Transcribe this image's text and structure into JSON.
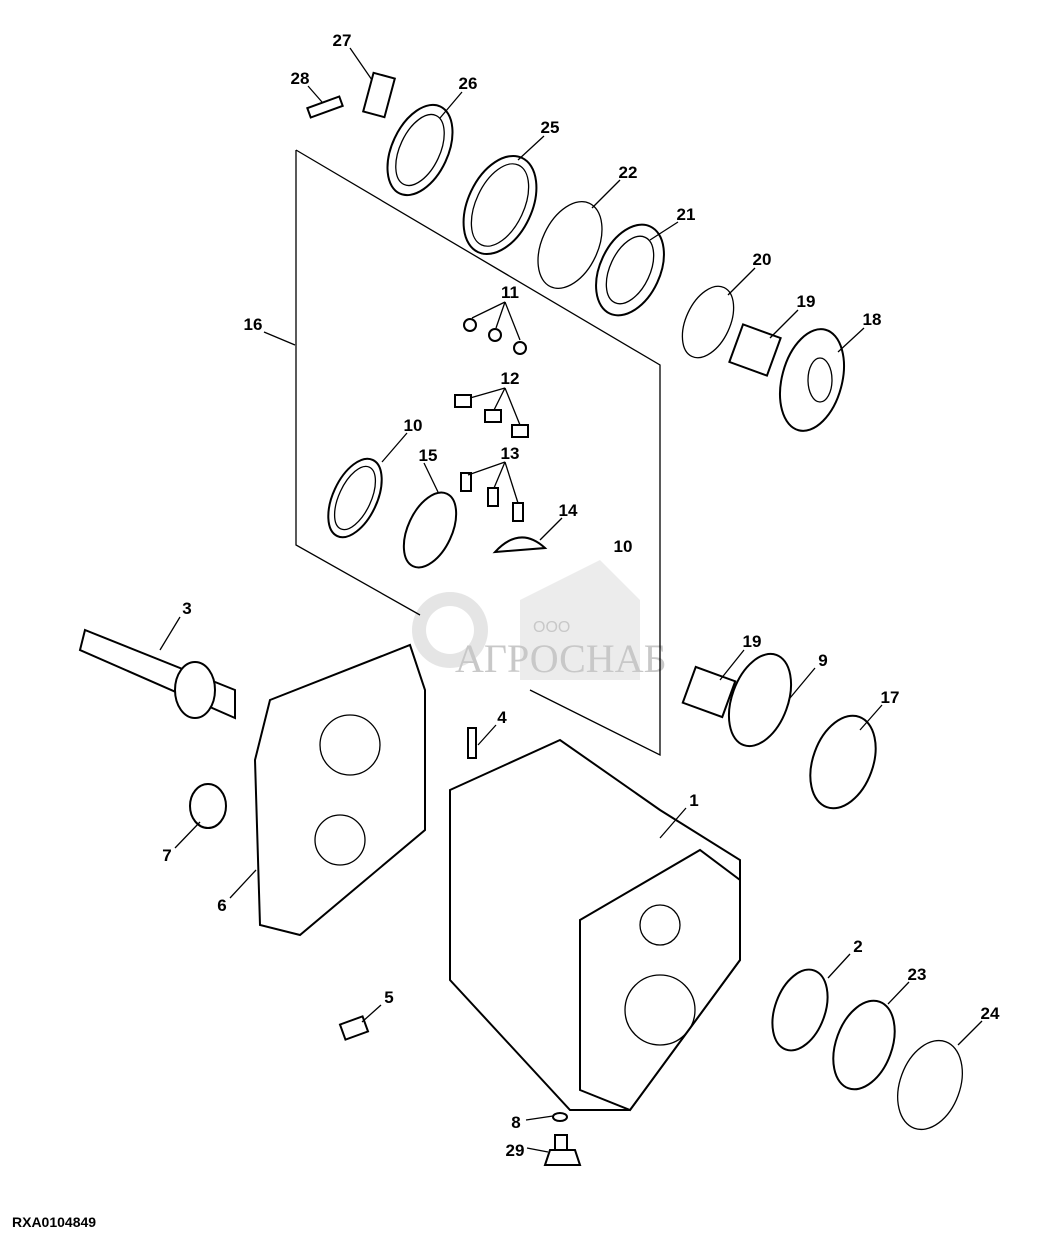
{
  "diagram": {
    "drawing_code": "RXA0104849",
    "watermark": {
      "prefix": "ООО",
      "brand": "АГРОСНАБ"
    },
    "callouts": [
      {
        "id": "27",
        "text": "27"
      },
      {
        "id": "28",
        "text": "28"
      },
      {
        "id": "26",
        "text": "26"
      },
      {
        "id": "25",
        "text": "25"
      },
      {
        "id": "22",
        "text": "22"
      },
      {
        "id": "21",
        "text": "21"
      },
      {
        "id": "20",
        "text": "20"
      },
      {
        "id": "19a",
        "text": "19"
      },
      {
        "id": "18",
        "text": "18"
      },
      {
        "id": "16",
        "text": "16"
      },
      {
        "id": "11",
        "text": "11"
      },
      {
        "id": "12",
        "text": "12"
      },
      {
        "id": "10a",
        "text": "10"
      },
      {
        "id": "15",
        "text": "15"
      },
      {
        "id": "13",
        "text": "13"
      },
      {
        "id": "14",
        "text": "14"
      },
      {
        "id": "10b",
        "text": "10"
      },
      {
        "id": "3",
        "text": "3"
      },
      {
        "id": "19b",
        "text": "19"
      },
      {
        "id": "9",
        "text": "9"
      },
      {
        "id": "17",
        "text": "17"
      },
      {
        "id": "4",
        "text": "4"
      },
      {
        "id": "1",
        "text": "1"
      },
      {
        "id": "7",
        "text": "7"
      },
      {
        "id": "6",
        "text": "6"
      },
      {
        "id": "2",
        "text": "2"
      },
      {
        "id": "23",
        "text": "23"
      },
      {
        "id": "24",
        "text": "24"
      },
      {
        "id": "5",
        "text": "5"
      },
      {
        "id": "8",
        "text": "8"
      },
      {
        "id": "29",
        "text": "29"
      }
    ]
  }
}
